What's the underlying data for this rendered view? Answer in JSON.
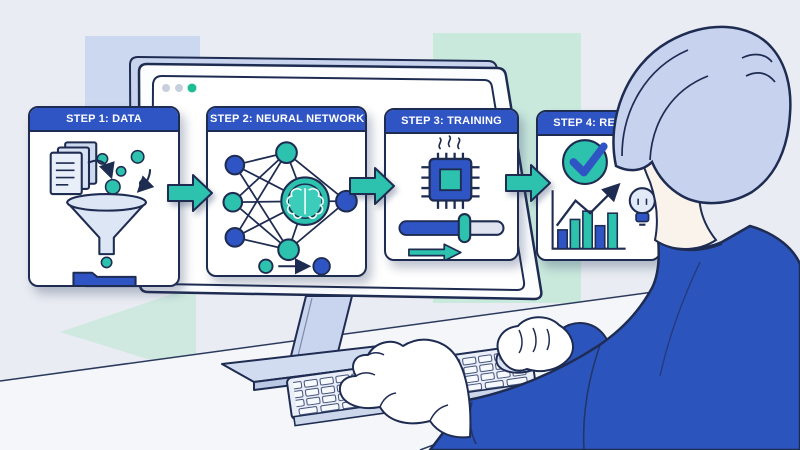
{
  "illustration": {
    "subject": "person at desktop computer viewing a 4-step machine-learning workflow",
    "colors": {
      "accent_blue": "#2e55c3",
      "accent_teal": "#2cc2ad",
      "outline_navy": "#1f2c52",
      "header_text": "#ffffff",
      "background": "#e9ecf2"
    }
  },
  "monitor": {
    "window_dots": [
      "#c8cfdc",
      "#c8cfdc",
      "#1fbd92"
    ],
    "dot_icons": [
      "window-dot",
      "window-dot",
      "window-dot-active"
    ]
  },
  "steps": [
    {
      "title": "STEP 1: DATA",
      "icons": [
        "documents-icon",
        "funnel-icon",
        "data-dots",
        "folder-icon"
      ]
    },
    {
      "title": "STEP 2: NEURAL NETWORK",
      "icons": [
        "neural-network-icon",
        "brain-icon",
        "input-output-legend"
      ]
    },
    {
      "title": "STEP 3: TRAINING",
      "icons": [
        "chip-icon",
        "progress-slider",
        "forward-arrow-icon"
      ],
      "slider_progress_percent": 62
    },
    {
      "title": "STEP 4: RESULT",
      "icons": [
        "check-circle-icon",
        "bar-chart-icon",
        "trend-arrow-icon",
        "lightbulb-icon"
      ],
      "chart_bar_heights": [
        18,
        28,
        36,
        22,
        34
      ]
    }
  ],
  "connectors": [
    "flow-arrow",
    "flow-arrow",
    "flow-arrow"
  ]
}
